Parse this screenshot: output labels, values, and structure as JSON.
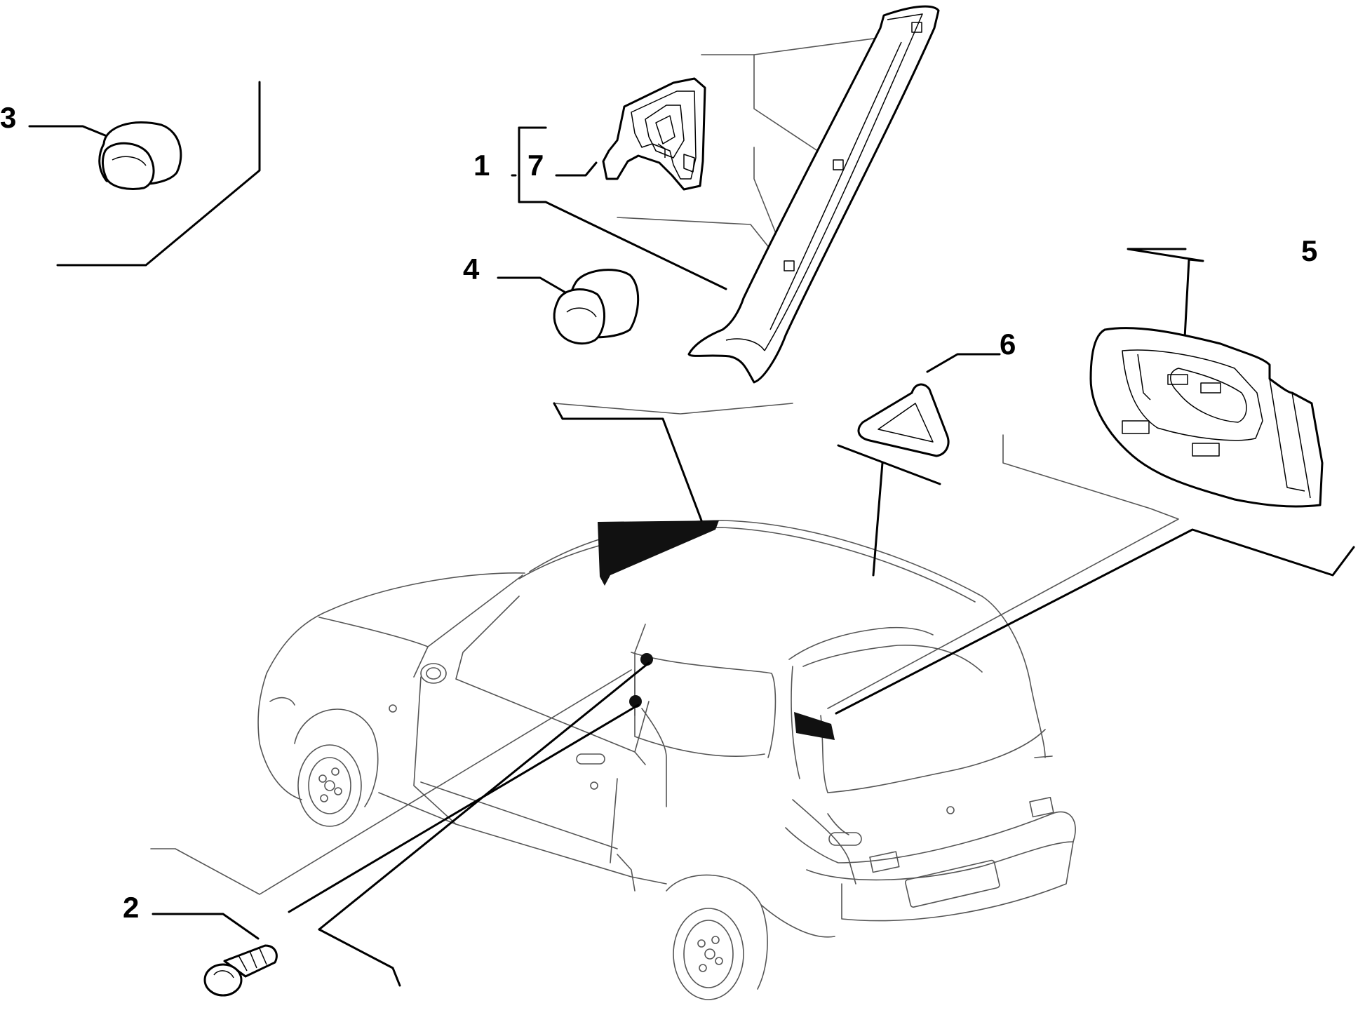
{
  "diagram": {
    "background": "#ffffff",
    "line_color": "#000000",
    "callouts": [
      {
        "id": "1",
        "label": "1"
      },
      {
        "id": "2",
        "label": "2"
      },
      {
        "id": "3",
        "label": "3"
      },
      {
        "id": "4",
        "label": "4"
      },
      {
        "id": "5",
        "label": "5"
      },
      {
        "id": "6",
        "label": "6"
      },
      {
        "id": "7",
        "label": "7"
      }
    ]
  }
}
